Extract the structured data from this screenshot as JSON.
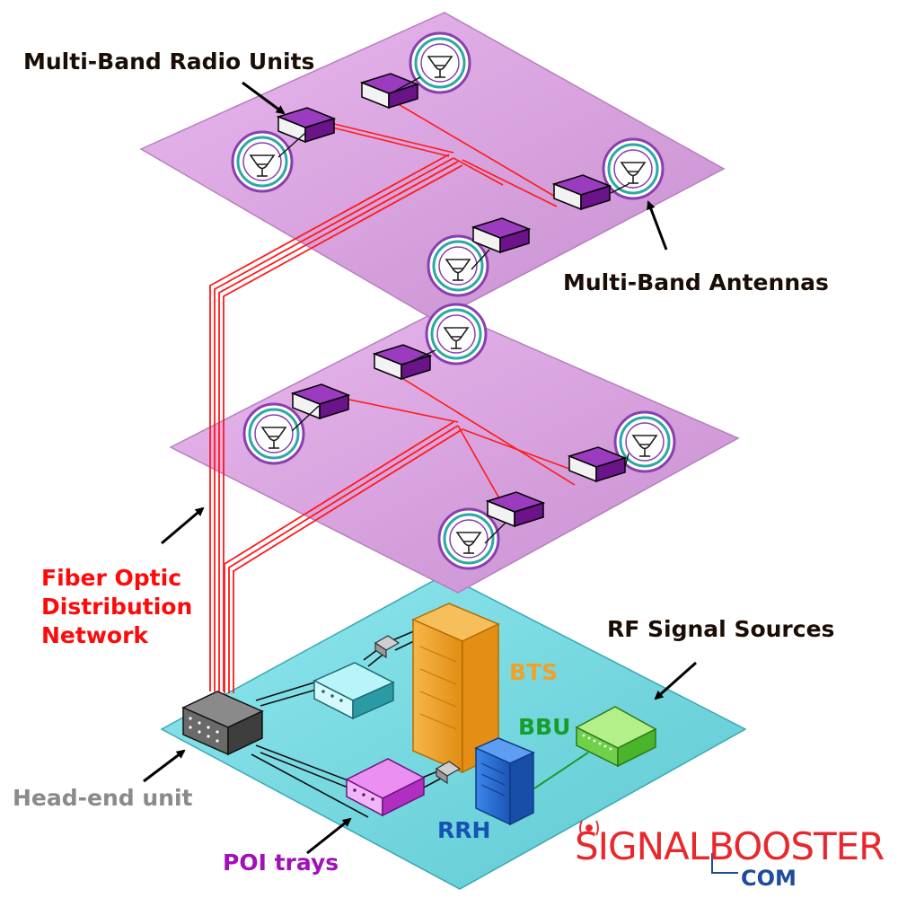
{
  "labels": {
    "radio_units": "Multi-Band Radio Units",
    "antennas": "Multi-Band Antennas",
    "fiber_line1": "Fiber Optic",
    "fiber_line2": "Distribution",
    "fiber_line3": "Network",
    "rf_sources": "RF Signal Sources",
    "bts": "BTS",
    "bbu": "BBU",
    "rrh": "RRH",
    "head_end": "Head-end unit",
    "poi": "POI trays"
  },
  "brand": {
    "name": "SIGNALBOOSTER",
    "suffix": "COM"
  },
  "colors": {
    "floor_plate": "#e1a9e6",
    "floor_plate_edge": "#b77fc0",
    "ground_plate": "#7fe0e6",
    "fiber": "#ff1a1a",
    "radio_unit": "#7a1a9a",
    "antenna_ring_outer": "#8a3fb0",
    "antenna_ring_inner": "#2aa9a5",
    "bts": "#f3a229",
    "bbu": "#8be36a",
    "rrh": "#2f6fd6",
    "poi": "#e06ae8",
    "head_end": "#5c5c5c"
  },
  "icons": {
    "antenna": "antenna-icon",
    "radio_unit": "radio-unit-icon",
    "arrow": "pointer-arrow-icon"
  }
}
